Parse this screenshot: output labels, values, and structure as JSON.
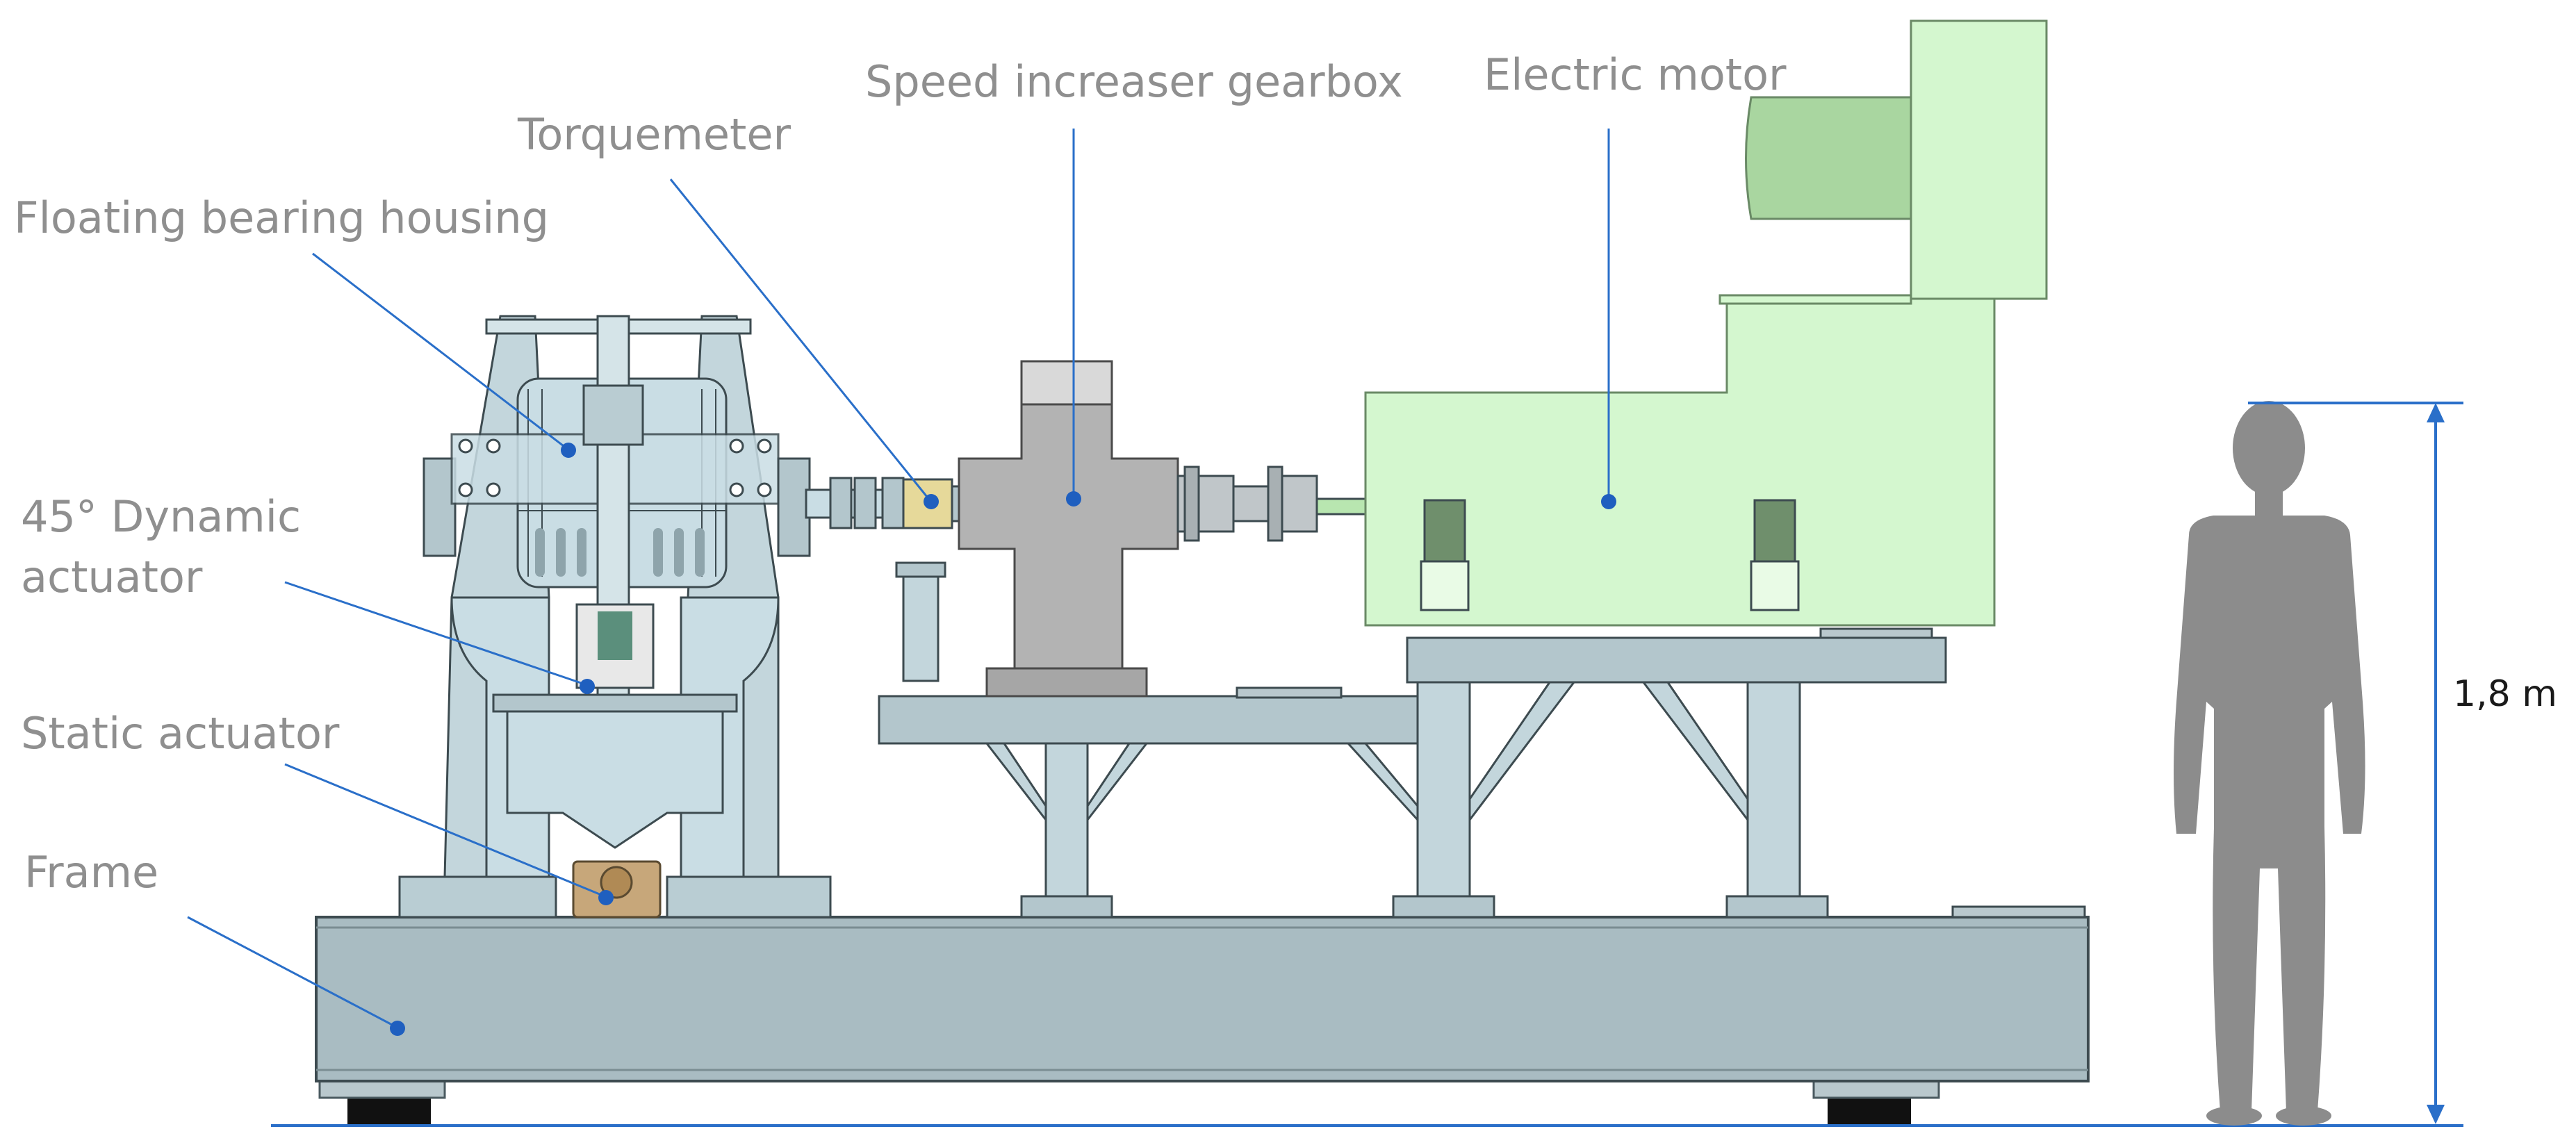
{
  "labels": {
    "floating_bearing_housing": "Floating bearing housing",
    "torquemeter": "Torquemeter",
    "speed_increaser_gearbox": "Speed increaser gearbox",
    "electric_motor": "Electric motor",
    "dynamic_actuator_line1": "45° Dynamic",
    "dynamic_actuator_line2": "actuator",
    "static_actuator": "Static actuator",
    "frame": "Frame",
    "height_dimension": "1,8 m"
  },
  "colors": {
    "label_text": "#8f8f8f",
    "leader_line": "#2a6fc9",
    "marker_dot": "#1f5fbf",
    "frame_steel": "#a9bcc2",
    "housing_blue": "#c9dde4",
    "gearbox_gray": "#b3b3b3",
    "motor_green": "#d4f7cf",
    "human_silhouette": "#8c8c8c",
    "dimension_arrow": "#2a6fc9"
  }
}
